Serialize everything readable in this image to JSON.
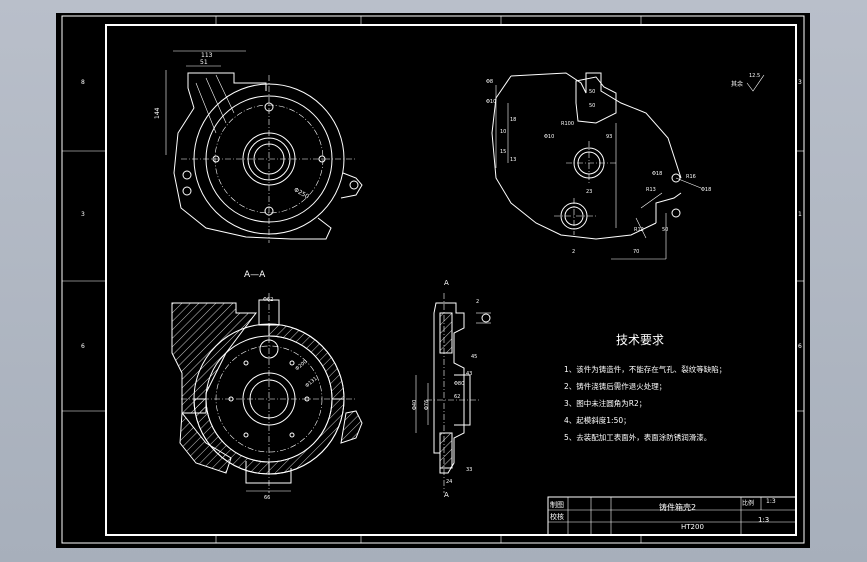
{
  "drawing": {
    "zone_numbers_left": [
      "8",
      "3",
      "6"
    ],
    "zone_numbers_right": [
      "3",
      "1",
      "6"
    ],
    "roughness_note": "其余",
    "roughness_value": "12.5",
    "section_label": "A—A",
    "cut_label_top": "A",
    "cut_label_bottom": "A",
    "dims": {
      "top_left": [
        "113",
        "51",
        "144"
      ],
      "top_left_dia": "Φ250",
      "top_right": [
        "Φ8",
        "Φ10",
        "10",
        "15",
        "18",
        "13",
        "Φ10",
        "R100",
        "50",
        "50",
        "23",
        "93",
        "Φ18",
        "R16",
        "R13",
        "Φ18",
        "R12",
        "50",
        "70",
        "2"
      ],
      "bottom_left": [
        "Φ62",
        "Φ200",
        "Φ131",
        "66"
      ],
      "side_view": [
        "2",
        "45",
        "Φ40",
        "Φ76",
        "Φ80",
        "62",
        "43",
        "33",
        "24"
      ]
    }
  },
  "tech_requirements": {
    "title": "技术要求",
    "items": [
      "1、该件为铸造件，不能存在气孔、裂纹等缺陷；",
      "2、铸件浇铸后需作退火处理；",
      "3、图中未注圆角为R2；",
      "4、起模斜度1:50；",
      "5、去装配加工表面外，表面涂防锈润滑漆。"
    ]
  },
  "title_block": {
    "drawn_label": "制图",
    "checked_label": "校核",
    "part_name": "铸件箱壳2",
    "scale_label": "比例",
    "scale_value": "1:3",
    "material": "HT200",
    "sheet_value": "1:3"
  }
}
